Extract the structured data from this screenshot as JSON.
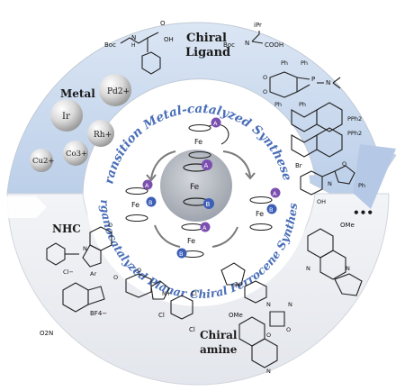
{
  "colors": {
    "ring_top": "#c9d9ee",
    "ring_bottom": "#eef0f4",
    "ring_edge": "#b8bfcc",
    "center": "#b8bdc6",
    "sphere": "#d8d8d8",
    "arc_text": "#4a6fb8",
    "substituent_A": "#7b4fb0",
    "substituent_B": "#3d5fb8"
  },
  "arc_labels": {
    "top": "Transition Metal-catalyzed Syntheses",
    "bottom": "Organocatalyzed Planar Chiral Ferrocene Syntheses"
  },
  "sections": {
    "chiral_ligand": {
      "line1": "Chiral",
      "line2": "Ligand"
    },
    "metal": {
      "title": "Metal"
    },
    "nhc": {
      "title": "NHC"
    },
    "chiral_amine": {
      "line1": "Chiral",
      "line2": "amine"
    },
    "ellipsis": "•••"
  },
  "metals": [
    "Ir",
    "Pd2+",
    "Rh+",
    "Co3+",
    "Cu2+"
  ],
  "ferrocene": {
    "atom": "Fe",
    "subA": "A",
    "subB": "B"
  },
  "chem_labels": {
    "boc": "Boc",
    "nh": "N",
    "h": "H",
    "oh": "OH",
    "o": "O",
    "cooh": "COOH",
    "ipr": "iPr",
    "ph": "Ph",
    "p": "P",
    "n": "N",
    "pph2": "PPh2",
    "br": "Br",
    "ome": "OMe",
    "ar": "Ar",
    "cl_minus": "Cl−",
    "bf4": "BF4−",
    "cl": "Cl",
    "no2": "O2N",
    "nplus": "N+"
  }
}
